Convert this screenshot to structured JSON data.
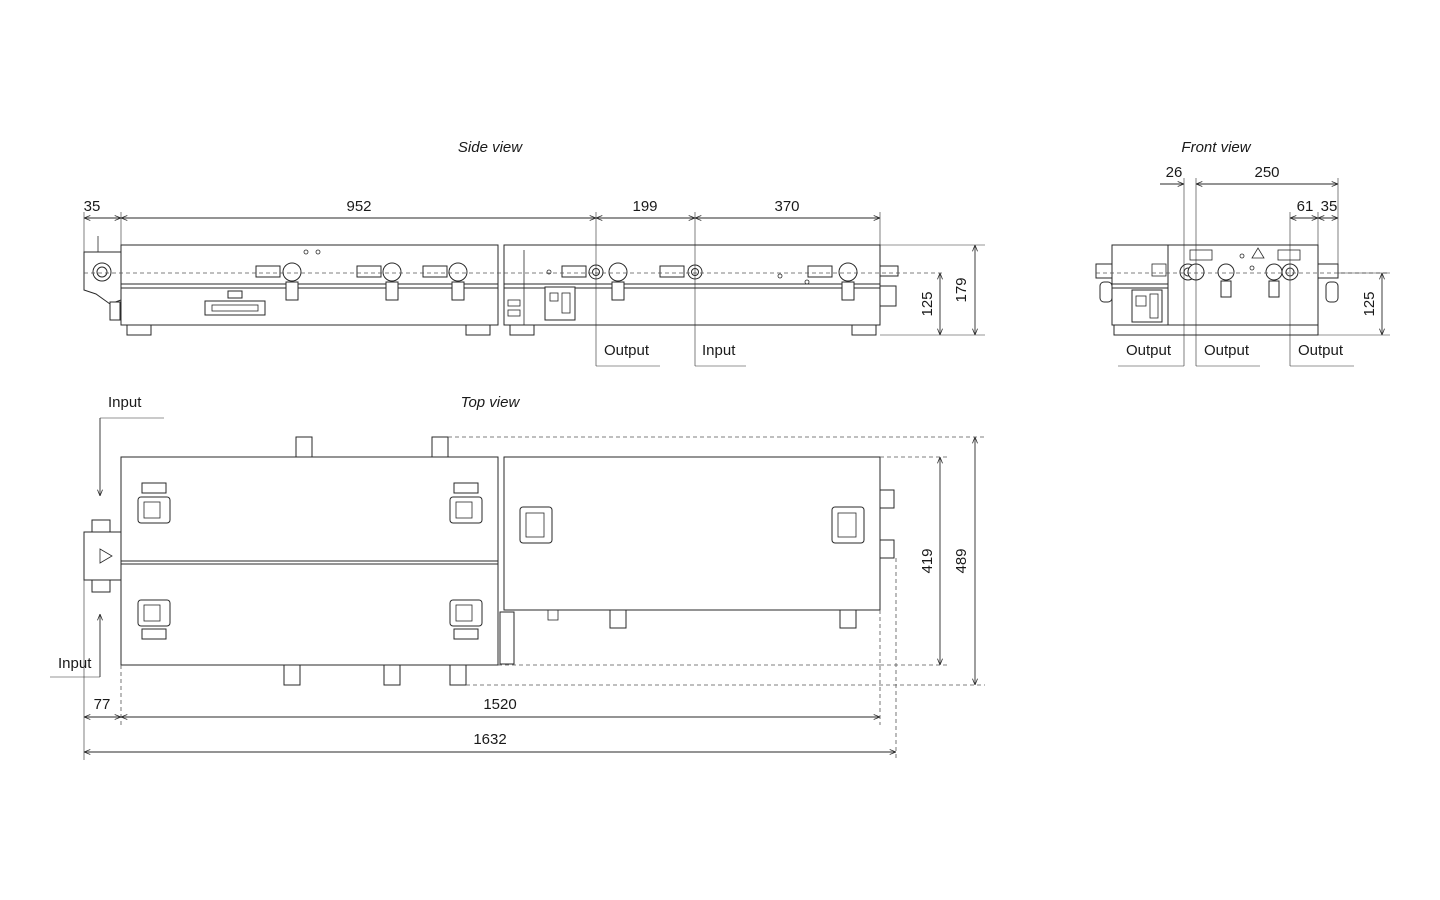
{
  "titles": {
    "side": "Side view",
    "front": "Front view",
    "top": "Top view"
  },
  "dims": {
    "side_35": "35",
    "side_952": "952",
    "side_199": "199",
    "side_370": "370",
    "side_125": "125",
    "side_179": "179",
    "front_26": "26",
    "front_250": "250",
    "front_61": "61",
    "front_35": "35",
    "front_125": "125",
    "top_419": "419",
    "top_489": "489",
    "top_77": "77",
    "top_1520": "1520",
    "top_1632": "1632"
  },
  "labels": {
    "side_output": "Output",
    "side_input": "Input",
    "front_output_1": "Output",
    "front_output_2": "Output",
    "front_output_3": "Output",
    "top_input_top": "Input",
    "top_input_bottom": "Input"
  },
  "colors": {
    "line": "#2a2a2a",
    "background": "#ffffff"
  }
}
